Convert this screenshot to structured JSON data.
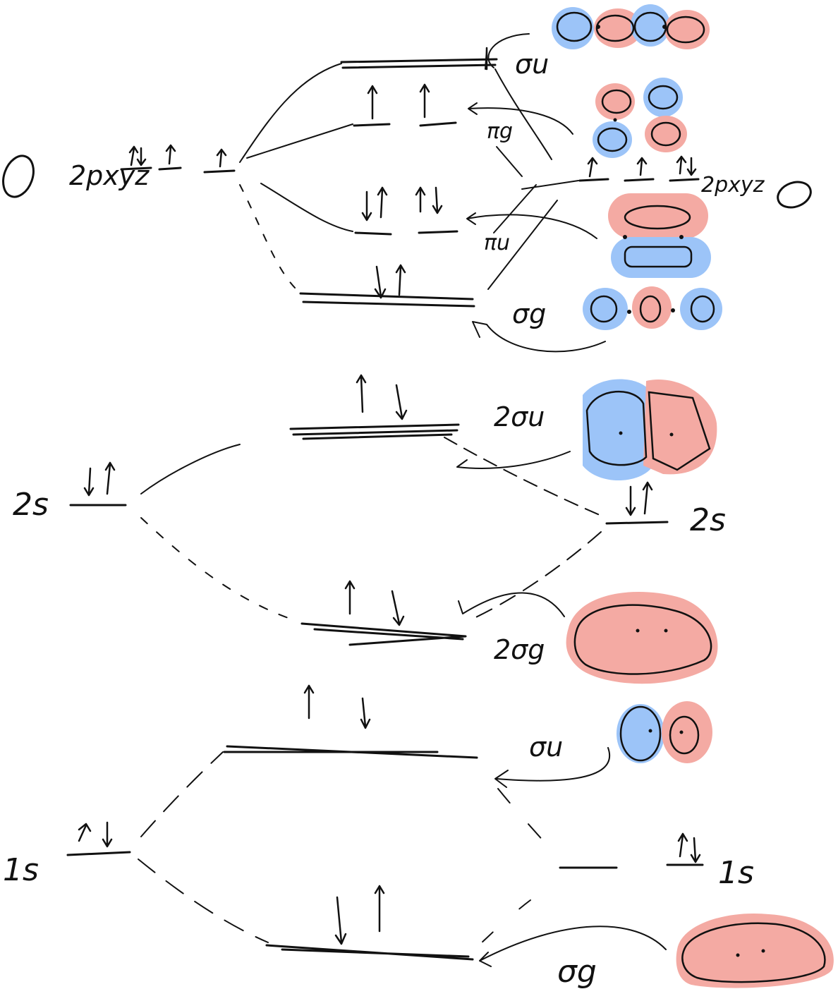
{
  "left_atom": {
    "symbol": "O"
  },
  "right_atom": {
    "symbol": "O"
  },
  "atomic_orbitals": {
    "left_2p": "2pxyz",
    "right_2p": "2pxyz",
    "left_2s": "2s",
    "right_2s": "2s",
    "left_1s": "1s",
    "right_1s": "1s"
  },
  "molecular_orbitals": {
    "sigma_u_star_2p": "σu",
    "pi_g": "πg",
    "pi_u": "πu",
    "sigma_g_2p": "σg",
    "sigma_u_2s": "2σu",
    "sigma_g_2s": "2σg",
    "sigma_u_1s": "σu",
    "sigma_g_1s": "σg"
  },
  "colors": {
    "positive_lobe": "#f4aaa3",
    "negative_lobe": "#9cc4f8",
    "ink": "#111111"
  }
}
